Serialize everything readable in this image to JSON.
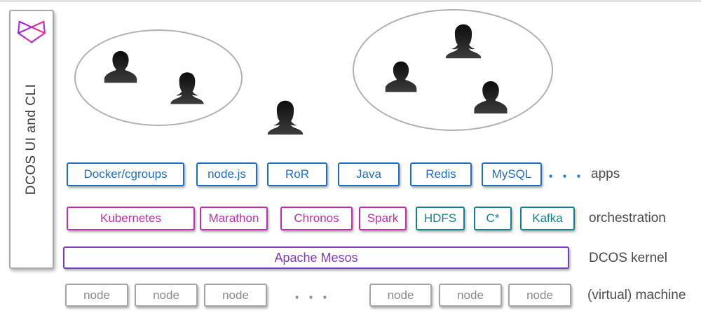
{
  "sidebar": {
    "label": "DCOS UI and CLI",
    "logo_icon": "mesosphere-logo",
    "logo_gradient_start": "#8327e8",
    "logo_gradient_end": "#ff2e7e"
  },
  "user_groups": {
    "left_ellipse": {
      "members": [
        "man-silhouette",
        "woman-silhouette"
      ]
    },
    "solo": {
      "members": [
        "woman-silhouette"
      ]
    },
    "right_ellipse": {
      "members": [
        "woman-silhouette",
        "man-silhouette",
        "man-silhouette"
      ]
    }
  },
  "layers": {
    "apps": {
      "label": "apps",
      "color": "#1f6cc5",
      "items": [
        "Docker/cgroups",
        "node.js",
        "RoR",
        "Java",
        "Redis",
        "MySQL"
      ],
      "ellipsis": "· · ·"
    },
    "orchestration": {
      "label": "orchestration",
      "magenta_color": "#c12cad",
      "teal_color": "#12818f",
      "items": [
        "Kubernetes",
        "Marathon",
        "Chronos",
        "Spark",
        "HDFS",
        "C*",
        "Kafka"
      ]
    },
    "kernel": {
      "label": "DCOS kernel",
      "color": "#7b3cc3",
      "items": [
        "Apache Mesos"
      ]
    },
    "machine": {
      "label": "(virtual) machine",
      "color": "#a5a5a5",
      "items": [
        "node",
        "node",
        "node",
        "node",
        "node",
        "node"
      ],
      "ellipsis": "· · ·"
    }
  }
}
